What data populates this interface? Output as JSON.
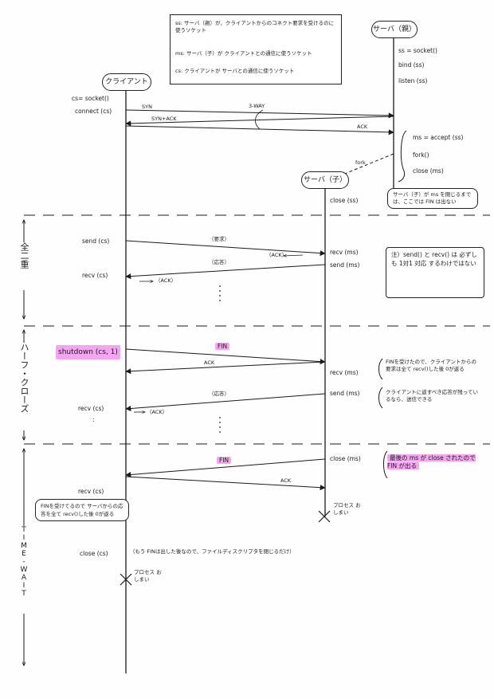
{
  "legend": {
    "ss": "ss: サーバ（親）が、クライアントからのコネクト要求を受けるのに使うソケット",
    "ms": "ms: サーバ（子）が クライアントとの通信に使うソケット",
    "cs": "cs: クライアントが サーバとの通信に使うソケット"
  },
  "actors": {
    "client": "クライアント",
    "server_parent": "サーバ（親）",
    "server_child": "サーバ（子）"
  },
  "client_calls": {
    "socket": "cs= socket()",
    "connect": "connect (cs)",
    "send1": "send (cs)",
    "recv1": "recv (cs)",
    "shutdown": "shutdown (cs, 1)",
    "recv2": "recv (cs)",
    "dots": ":",
    "recv3": "recv (cs)",
    "close": "close (cs)"
  },
  "parent_calls": {
    "socket": "ss = socket()",
    "bind": "bind (ss)",
    "listen": "listen (ss)",
    "accept": "ms = accept (ss)",
    "fork": "fork()",
    "close": "close (ms)"
  },
  "child_calls": {
    "close_ss": "close (ss)",
    "recv1": "recv (ms)",
    "send1": "send (ms)",
    "recv2": "recv (ms)",
    "send2": "send (ms)",
    "close": "close (ms)"
  },
  "messages": {
    "syn": "SYN",
    "synack": "SYN+ACK",
    "ack": "ACK",
    "threeway": "3-WAY",
    "fork": "fork",
    "request": "（要求）",
    "response": "（応答）",
    "ack_small": "（ACK）",
    "fin": "FIN"
  },
  "phases": {
    "full_duplex": "全二重",
    "half_close": "ハーフ・クローズ",
    "time_wait": "TIME-WAIT"
  },
  "notes": {
    "parent_close": "サーバ（子）が ms を閉じるまでは、ここでは FIN は出ない",
    "note_send_recv": "注）send() と recv() は 必ずしも 1対1 対応 するわけではない",
    "fin_received": "FINを受けたので、クライアントからの要求は全て recv()した後 0が返る",
    "response_remaining": "クライアントに返すべき応答が残っているなら、送信できる",
    "last_ms_close": "最後の ms が close されたので FIN が出る",
    "fin_sent": "FINを受けてるので サーバからの応答を全て recv()した後 0が返る",
    "close_cs_note": "（もう FINは出した後なので、ファイルディスクリプタを閉じるだけ）",
    "process_end_child": "プロセス おしまい",
    "process_end_client": "プロセス おしまい"
  },
  "colors": {
    "highlight": "#f3a6ef",
    "ink": "#1a1a1a"
  }
}
